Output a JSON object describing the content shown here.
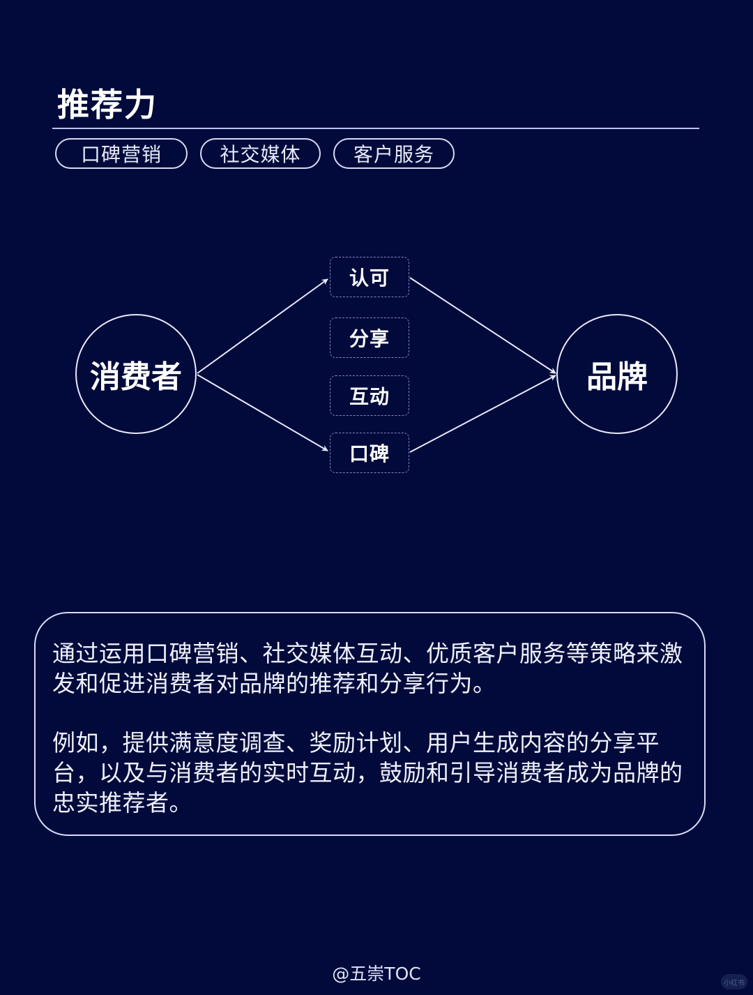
{
  "header": {
    "title": "推荐力",
    "tags": [
      "口碑营销",
      "社交媒体",
      "客户服务"
    ]
  },
  "diagram": {
    "source": "消费者",
    "target": "品牌",
    "middle": [
      "认可",
      "分享",
      "互动",
      "口碑"
    ],
    "edges": [
      {
        "from": "消费者",
        "to": "认可"
      },
      {
        "from": "消费者",
        "to": "口碑"
      },
      {
        "from": "认可",
        "to": "品牌"
      },
      {
        "from": "口碑",
        "to": "品牌"
      }
    ],
    "colors": {
      "background": "#020a3b",
      "stroke": "#e8ebfb",
      "dashed_border": "#7f89c2"
    }
  },
  "description": {
    "paragraph1": "通过运用口碑营销、社交媒体互动、优质客户服务等策略来激发和促进消费者对品牌的推荐和分享行为。",
    "paragraph2": "例如，提供满意度调查、奖励计划、用户生成内容的分享平台，以及与消费者的实时互动，鼓励和引导消费者成为品牌的忠实推荐者。"
  },
  "footer": {
    "author": "@五崇TOC",
    "watermark": "小红书"
  }
}
